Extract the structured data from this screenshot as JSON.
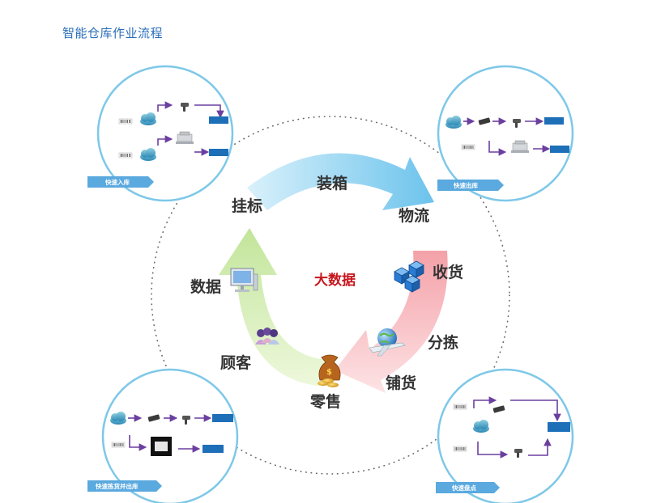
{
  "page": {
    "title": "智能仓库作业流程"
  },
  "cycle": {
    "center": "大数据",
    "steps": [
      "装箱",
      "物流",
      "收货",
      "分拣",
      "铺货",
      "零售",
      "顾客",
      "数据",
      "挂标"
    ]
  },
  "panels": {
    "inbound": {
      "tag": "快速入库"
    },
    "outbound": {
      "tag": "快速出库"
    },
    "picking": {
      "tag": "快速拣货并出库"
    },
    "stocktake": {
      "tag": "快速盘点"
    }
  },
  "colors": {
    "title": "#2a6fb8",
    "panel_border": "#7ec8e8",
    "tag_bg": "#5aa9df",
    "arrow_blue": "#8fd3f2",
    "arrow_pink": "#f4a7ad",
    "arrow_green": "#cdeaa1",
    "center_text": "#c7161d",
    "flow_purple": "#6b3fa0"
  }
}
